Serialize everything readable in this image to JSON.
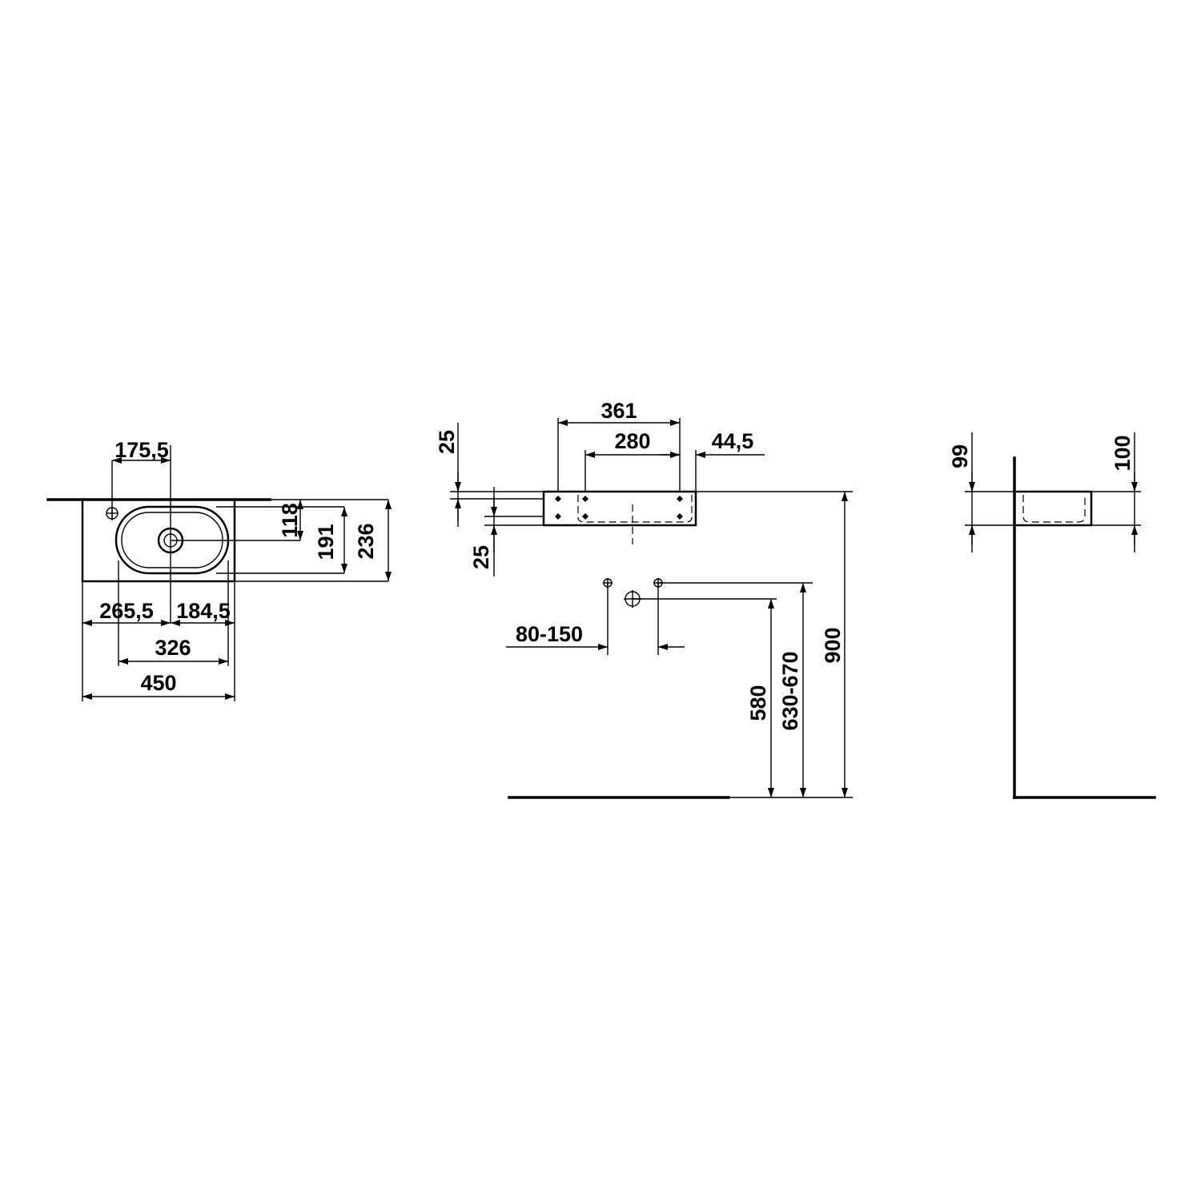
{
  "dimensions": {
    "top_faucet_offset": "175,5",
    "top_bowl_depth": "118",
    "top_bowl_width": "191",
    "top_total_depth": "236",
    "top_left_drain": "265,5",
    "top_right_drain": "184,5",
    "top_bowl_length": "326",
    "top_total_width": "450",
    "front_bracket_span": "361",
    "front_inner_span": "280",
    "front_right_offset": "44,5",
    "front_upper_25": "25",
    "front_lower_25": "25",
    "front_pipe_spacing": "80-150",
    "front_height_580": "580",
    "front_height_630_670": "630-670",
    "front_height_900": "900",
    "side_height_99": "99",
    "side_height_100": "100"
  }
}
